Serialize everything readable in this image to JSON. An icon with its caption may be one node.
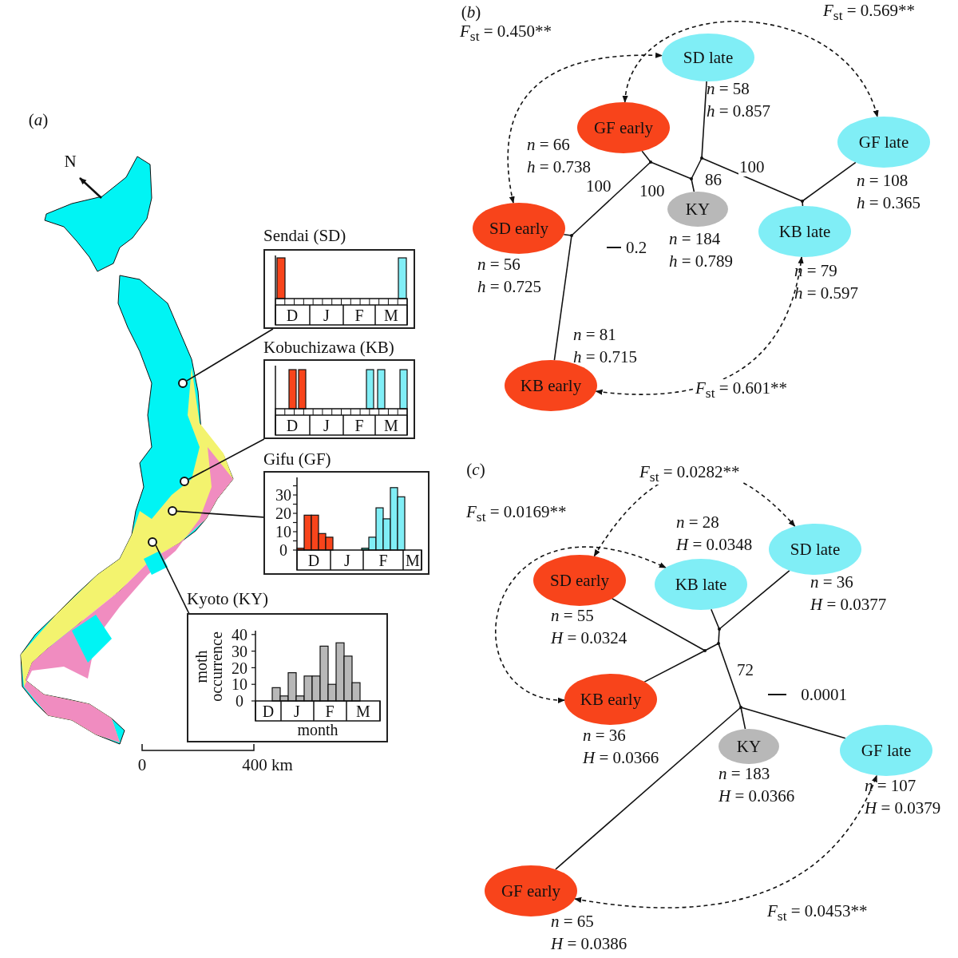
{
  "diagram": {
    "nodes": [
      {
        "text": [
          "Sendai (SD)"
        ]
      },
      {
        "text": [
          "Kobuchizawa (KB)"
        ]
      },
      {
        "text": [
          "Gifu (GF)"
        ]
      },
      {
        "text": [
          "Kyoto (KY)"
        ]
      },
      {
        "text": [],
        "shape": "circle"
      },
      {
        "text": [],
        "shape": "circle"
      },
      {
        "text": [],
        "shape": "circle"
      },
      {
        "text": [],
        "shape": "circle"
      },
      {
        "text": [
          "SD late"
        ],
        "beside": [
          "*n* = 58",
          "*h* = 0.857"
        ]
      },
      {
        "text": [
          "GF early"
        ],
        "beside": [
          "*n* = 66",
          "*h* = 0.738"
        ]
      },
      {
        "text": [
          "GF late"
        ],
        "beside": [
          "*n* = 108",
          "*h* = 0.365"
        ]
      },
      {
        "text": [
          "SD early"
        ],
        "beside": [
          "*n* = 56",
          "*h* = 0.725"
        ]
      },
      {
        "text": [
          "KY"
        ],
        "beside": [
          "*n* = 184",
          "*h* = 0.789"
        ]
      },
      {
        "text": [
          "KB late"
        ],
        "beside": [
          "*n* = 79",
          "*h* = 0.597"
        ]
      },
      {
        "text": [
          "KB early"
        ],
        "beside": [
          "*n* = 81",
          "*h* = 0.715"
        ]
      },
      {
        "text": [],
        "shape": "point"
      },
      {
        "text": [],
        "shape": "point"
      },
      {
        "text": [],
        "shape": "point"
      },
      {
        "text": [],
        "shape": "point"
      },
      {
        "text": [],
        "shape": "point"
      },
      {
        "text": [
          "SD early"
        ],
        "beside": [
          "*n* = 55",
          "*H* = 0.0324"
        ]
      },
      {
        "text": [
          "KB late"
        ],
        "beside": [
          "*n* = 28",
          "*H* = 0.0348"
        ]
      },
      {
        "text": [
          "SD late"
        ],
        "beside": [
          "*n* = 36",
          "*H* = 0.0377"
        ]
      },
      {
        "text": [
          "KB early"
        ],
        "beside": [
          "*n* = 36",
          "*H* = 0.0366"
        ]
      },
      {
        "text": [
          "KY"
        ],
        "beside": [
          "*n* = 183",
          "*H* = 0.0366"
        ]
      },
      {
        "text": [
          "GF late"
        ],
        "beside": [
          "*n* = 107",
          "*H* = 0.0379"
        ]
      },
      {
        "text": [
          "GF early"
        ],
        "beside": [
          "*n* = 65",
          "*H* = 0.0386"
        ]
      },
      {
        "text": [],
        "shape": "point"
      },
      {
        "text": [],
        "shape": "point"
      },
      {
        "text": [],
        "shape": "point"
      },
      {
        "text": [],
        "shape": "point"
      }
    ],
    "edges": [
      {
        "from": 0,
        "to": 4,
        "arrow": "none"
      },
      {
        "from": 1,
        "to": 5,
        "arrow": "none"
      },
      {
        "from": 2,
        "to": 6,
        "arrow": "none"
      },
      {
        "from": 3,
        "to": 7,
        "arrow": "none"
      },
      {
        "from": 9,
        "to": 15,
        "arrow": "none"
      },
      {
        "from": 15,
        "to": 16,
        "arrow": "none",
        "label": "100"
      },
      {
        "from": 16,
        "to": 11,
        "arrow": "none"
      },
      {
        "from": 16,
        "to": 14,
        "arrow": "none"
      },
      {
        "from": 15,
        "to": 17,
        "arrow": "none",
        "label": "100"
      },
      {
        "from": 17,
        "to": 12,
        "arrow": "none"
      },
      {
        "from": 17,
        "to": 18,
        "arrow": "none",
        "label": "86"
      },
      {
        "from": 18,
        "to": 8,
        "arrow": "none"
      },
      {
        "from": 18,
        "to": 19,
        "arrow": "none",
        "label": "100"
      },
      {
        "from": 19,
        "to": 10,
        "arrow": "none"
      },
      {
        "from": 19,
        "to": 13,
        "arrow": "none"
      },
      {
        "from": 11,
        "to": 8,
        "arrow": "both",
        "style": "dashed",
        "label": "*F*$_{st}$ = 0.450**"
      },
      {
        "from": 9,
        "to": 10,
        "arrow": "both",
        "style": "dashed",
        "label": "*F*$_{st}$ = 0.569**"
      },
      {
        "from": 14,
        "to": 13,
        "arrow": "both",
        "style": "dashed",
        "label": "*F*$_{st}$ = 0.601**"
      },
      {
        "from": 20,
        "to": 29,
        "arrow": "none"
      },
      {
        "from": 23,
        "to": 29,
        "arrow": "none"
      },
      {
        "from": 29,
        "to": 28,
        "arrow": "none"
      },
      {
        "from": 21,
        "to": 27,
        "arrow": "none"
      },
      {
        "from": 22,
        "to": 27,
        "arrow": "none"
      },
      {
        "from": 27,
        "to": 28,
        "arrow": "none"
      },
      {
        "from": 28,
        "to": 30,
        "arrow": "none",
        "label": "72"
      },
      {
        "from": 30,
        "to": 26,
        "arrow": "none"
      },
      {
        "from": 30,
        "to": 24,
        "arrow": "none"
      },
      {
        "from": 30,
        "to": 25,
        "arrow": "none"
      },
      {
        "from": 20,
        "to": 22,
        "arrow": "both",
        "style": "dashed",
        "label": "*F*$_{st}$ = 0.0282**"
      },
      {
        "from": 23,
        "to": 21,
        "arrow": "both",
        "style": "dashed",
        "label": "*F*$_{st}$ = 0.0169**"
      },
      {
        "from": 26,
        "to": 25,
        "arrow": "both",
        "style": "dashed",
        "label": "*F*$_{st}$ = 0.0453**"
      }
    ],
    "labels": [
      "(*a*)",
      "N",
      "D",
      "J",
      "F",
      "M",
      "D",
      "J",
      "F",
      "M",
      "30",
      "20",
      "10",
      "0",
      "D",
      "J",
      "F",
      "M",
      "moth occurrence",
      "40",
      "30",
      "20",
      "10",
      "0",
      "D",
      "J",
      "F",
      "M",
      "month",
      "0",
      "400 km",
      "(*b*)",
      "0.2",
      "(*c*)",
      "0.0001"
    ]
  }
}
